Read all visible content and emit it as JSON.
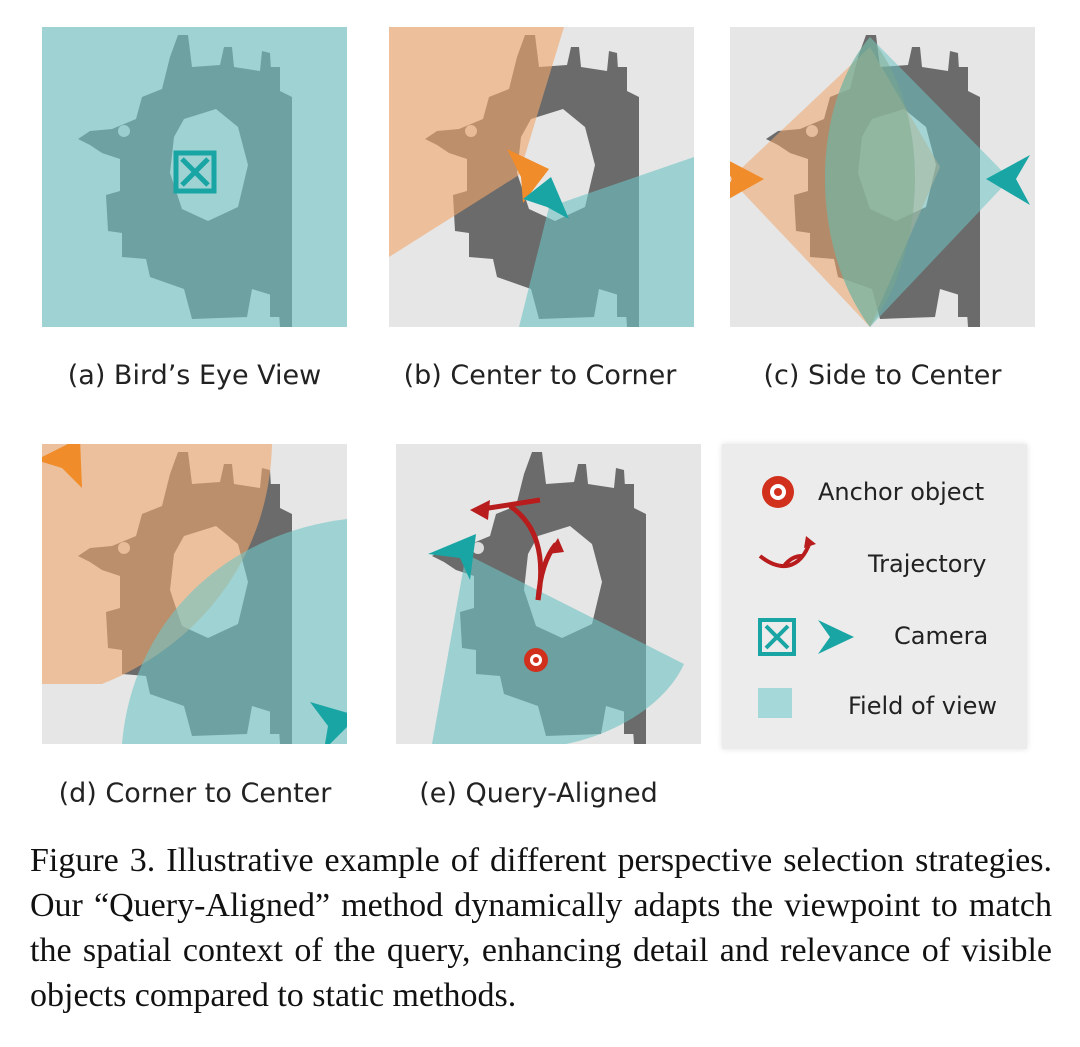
{
  "panels": [
    {
      "id": "a",
      "caption": "(a) Bird’s Eye View"
    },
    {
      "id": "b",
      "caption": "(b) Center to Corner"
    },
    {
      "id": "c",
      "caption": "(c) Side to Center"
    },
    {
      "id": "d",
      "caption": "(d) Corner to Center"
    },
    {
      "id": "e",
      "caption": "(e) Query-Aligned"
    }
  ],
  "legend": {
    "anchor": "Anchor object",
    "trajectory": "Trajectory",
    "camera": "Camera",
    "fov": "Field of view"
  },
  "figure_caption": "Figure 3.  Illustrative example of different perspective selection strategies. Our “Query-Aligned” method dynamically adapts the viewpoint to match the spatial context of the query, enhancing detail and relevance of visible objects compared to static methods.",
  "colors": {
    "panel_bg": "#e6e6e6",
    "building": "#6b6b6b",
    "fov_teal": "#6fc4c4",
    "fov_orange": "#f0a66a",
    "camera_teal": "#1aa5a5",
    "camera_orange": "#f08c2a",
    "anchor_red": "#d0301c",
    "trajectory_red": "#b81c1c"
  }
}
